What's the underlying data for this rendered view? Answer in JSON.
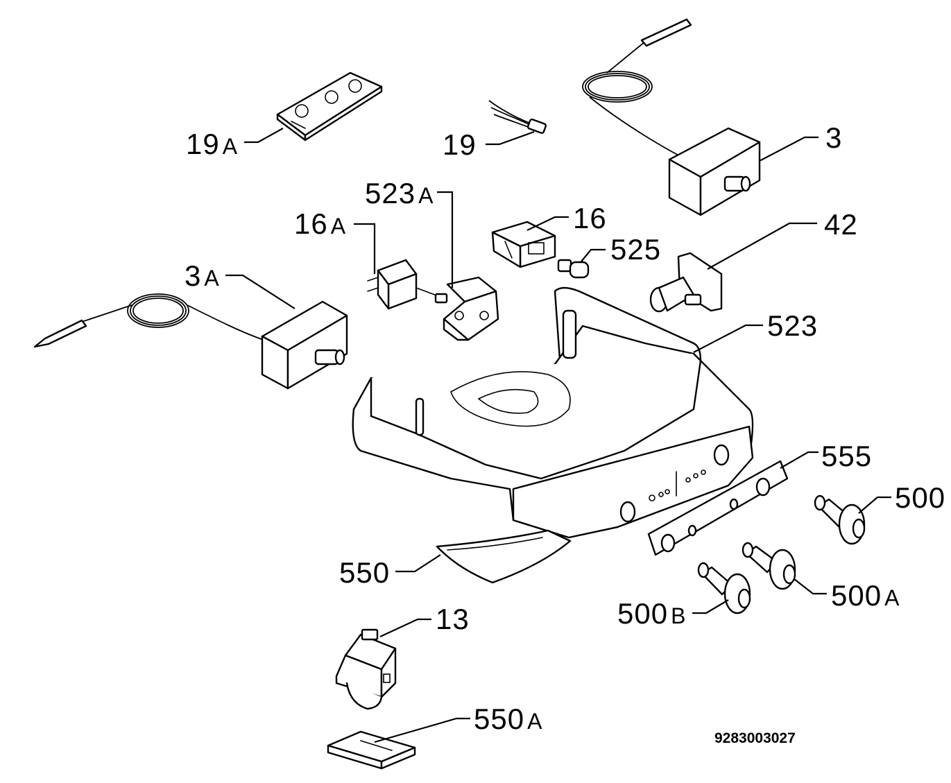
{
  "diagram": {
    "callouts": [
      {
        "id": "19A",
        "number": "19",
        "suffix": "A"
      },
      {
        "id": "19",
        "number": "19",
        "suffix": ""
      },
      {
        "id": "3",
        "number": "3",
        "suffix": ""
      },
      {
        "id": "523A",
        "number": "523",
        "suffix": "A"
      },
      {
        "id": "16A",
        "number": "16",
        "suffix": "A"
      },
      {
        "id": "16",
        "number": "16",
        "suffix": ""
      },
      {
        "id": "42",
        "number": "42",
        "suffix": ""
      },
      {
        "id": "525",
        "number": "525",
        "suffix": ""
      },
      {
        "id": "3A",
        "number": "3",
        "suffix": "A"
      },
      {
        "id": "523",
        "number": "523",
        "suffix": ""
      },
      {
        "id": "555",
        "number": "555",
        "suffix": ""
      },
      {
        "id": "500",
        "number": "500",
        "suffix": ""
      },
      {
        "id": "550",
        "number": "550",
        "suffix": ""
      },
      {
        "id": "500A",
        "number": "500",
        "suffix": "A"
      },
      {
        "id": "500B",
        "number": "500",
        "suffix": "B"
      },
      {
        "id": "13",
        "number": "13",
        "suffix": ""
      },
      {
        "id": "550A",
        "number": "550",
        "suffix": "A"
      }
    ],
    "reference_number": "9283003027"
  }
}
